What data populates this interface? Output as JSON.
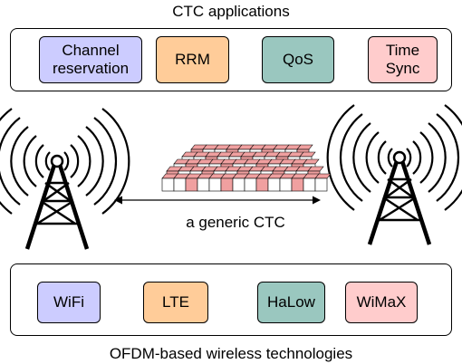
{
  "top_group": {
    "title": "CTC applications",
    "items": [
      {
        "label": "Channel\nreservation",
        "color": "#ccccff"
      },
      {
        "label": "RRM",
        "color": "#ffcc99"
      },
      {
        "label": "QoS",
        "color": "#9ac7bf"
      },
      {
        "label": "Time\nSync",
        "color": "#ffcccc"
      }
    ]
  },
  "bottom_group": {
    "title": "OFDM-based wireless technologies",
    "items": [
      {
        "label": "WiFi",
        "color": "#ccccff"
      },
      {
        "label": "LTE",
        "color": "#ffcc99"
      },
      {
        "label": "HaLow",
        "color": "#9ac7bf"
      },
      {
        "label": "WiMaX",
        "color": "#ffcccc"
      }
    ]
  },
  "link": {
    "label": "a generic CTC"
  },
  "colors": {
    "packet_red": "#f0a0a0",
    "packet_white": "#ffffff",
    "stroke": "#000000"
  }
}
